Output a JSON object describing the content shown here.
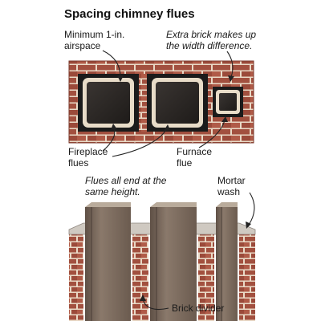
{
  "title": "Spacing chimney flues",
  "labels": {
    "airspace": [
      "Minimum 1-in.",
      "airspace"
    ],
    "extra_brick": [
      "Extra brick makes up",
      "the width difference."
    ],
    "fireplace_flues": [
      "Fireplace",
      "flues"
    ],
    "furnace_flue": [
      "Furnace",
      "flue"
    ],
    "same_height": [
      "Flues all end at the",
      "same height."
    ],
    "mortar_wash": [
      "Mortar",
      "wash"
    ],
    "brick_divider": "Brick divider"
  },
  "colors": {
    "brick": "#a2503f",
    "brick_light": "#b86a58",
    "mortar": "#e9d9c6",
    "flue_liner": "#e8dcc8",
    "flue_interior": "#2a2624",
    "airspace": "#1b1b1b",
    "flue_pipe": "#7a6a5c",
    "mortar_wash": "#cfc9c1"
  }
}
